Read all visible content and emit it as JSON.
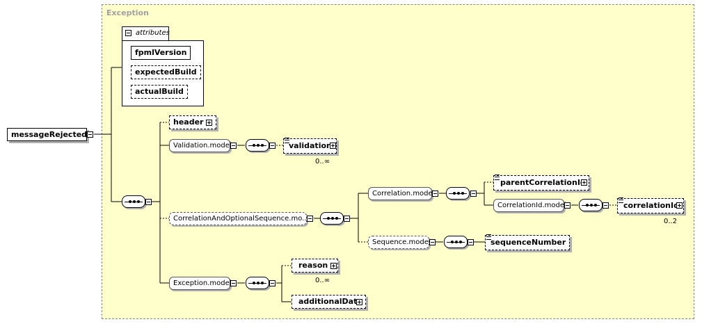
{
  "root": {
    "label": "messageRejected"
  },
  "group": {
    "title": "Exception"
  },
  "attributes": {
    "title": "attributes",
    "items": [
      "fpmlVersion",
      "expectedBuild",
      "actualBuild"
    ]
  },
  "elements": {
    "header": "header",
    "validation_model": "Validation.model",
    "validation": "validation",
    "validation_card": "0..∞",
    "corr_opt_seq": "CorrelationAndOptionalSequence.mo...",
    "correlation_model": "Correlation.model",
    "parent_correlation_id": "parentCorrelationId",
    "correlation_id_model": "CorrelationId.model",
    "correlation_id": "correlationId",
    "correlation_id_card": "0..2",
    "sequence_model": "Sequence.model",
    "sequence_number": "sequenceNumber",
    "exception_model": "Exception.model",
    "reason": "reason",
    "reason_card": "0..∞",
    "additional_data": "additionalData"
  }
}
